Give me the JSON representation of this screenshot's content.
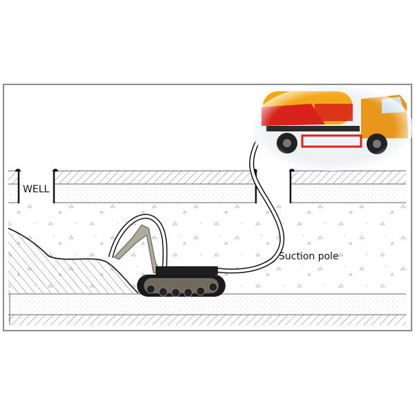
{
  "labels": {
    "well": "WELL",
    "suction_pole": "Suction pole"
  },
  "colors": {
    "frame": "#8a8a8a",
    "hatch": "#777777",
    "truck_tank_yellow": "#f2a818",
    "truck_tank_red": "#d8221a",
    "truck_cab": "#e8961c",
    "robot_track": "#1a1a1a"
  },
  "icons": [
    "sewage-suction-truck",
    "tracked-dredging-robot"
  ]
}
